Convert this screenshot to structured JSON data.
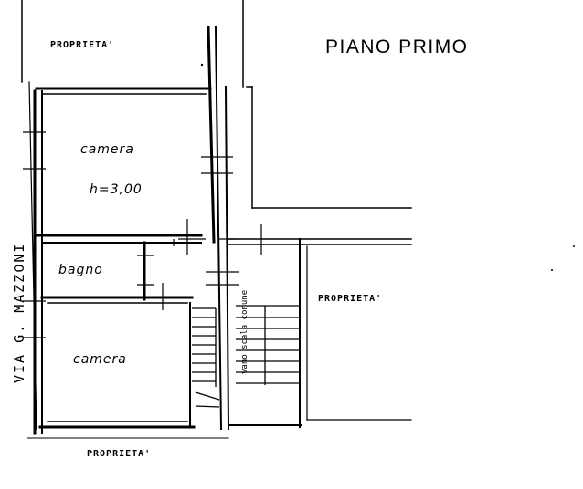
{
  "title": "PIANO PRIMO",
  "rooms": [
    {
      "name": "camera",
      "height": "h=3,00"
    },
    {
      "name": "bagno"
    },
    {
      "name": "camera"
    }
  ],
  "neighbors": {
    "top": "PROPRIETA'",
    "right": "PROPRIETA'",
    "bottom": "PROPRIETA'"
  },
  "street": "VIA G. MAZZONI",
  "stair_note": "vano scala comune"
}
